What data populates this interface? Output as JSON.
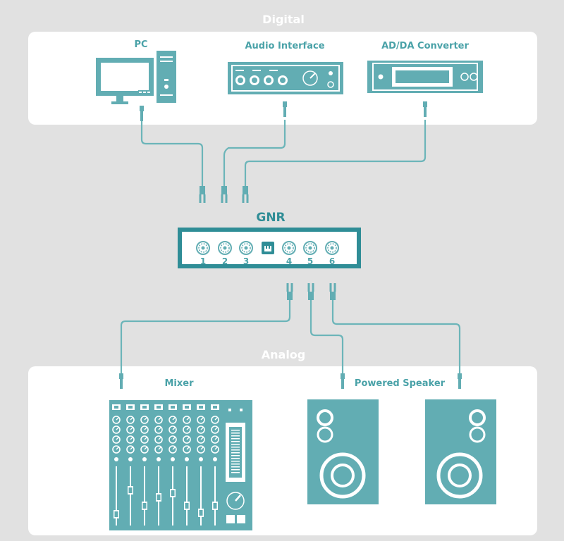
{
  "sections": {
    "digital": "Digital",
    "analog": "Analog"
  },
  "devices": {
    "pc": "PC",
    "audio_interface": "Audio Interface",
    "adda": "AD/DA Converter",
    "gnr": "GNR",
    "mixer": "Mixer",
    "speaker": "Powered Speaker"
  },
  "gnr_ports": [
    "1",
    "2",
    "3",
    "4",
    "5",
    "6"
  ],
  "colors": {
    "background": "#e1e1e1",
    "panel": "#ffffff",
    "teal": "#62adb3",
    "teal_dark": "#2f8d96"
  }
}
